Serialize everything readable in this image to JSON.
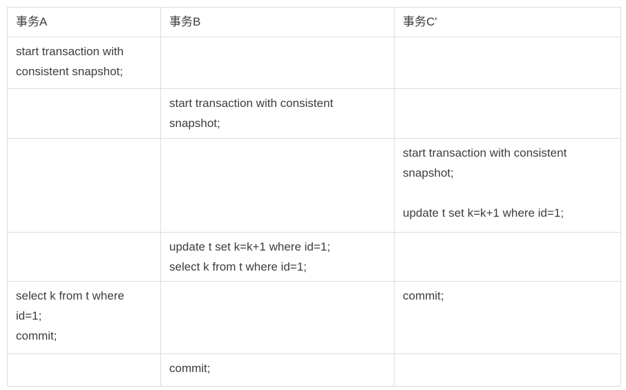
{
  "table": {
    "columns": [
      {
        "label": "事务A"
      },
      {
        "label": "事务B"
      },
      {
        "label": "事务C'"
      }
    ],
    "rows": [
      {
        "cells": [
          "start transaction with\nconsistent snapshot;",
          "",
          ""
        ]
      },
      {
        "cells": [
          "",
          "start transaction with consistent\nsnapshot;",
          ""
        ]
      },
      {
        "cells": [
          "",
          "",
          "start transaction with consistent\nsnapshot;\n\nupdate t set k=k+1 where id=1;"
        ]
      },
      {
        "cells": [
          "",
          "update t set k=k+1 where id=1;\nselect k from t where id=1;",
          ""
        ]
      },
      {
        "cells": [
          "select k from t where\nid=1;\ncommit;",
          "",
          "commit;"
        ]
      },
      {
        "cells": [
          "",
          "commit;",
          ""
        ]
      }
    ],
    "colors": {
      "border": "#dcdcdc",
      "text": "#3c3c3c",
      "background": "#ffffff"
    }
  }
}
